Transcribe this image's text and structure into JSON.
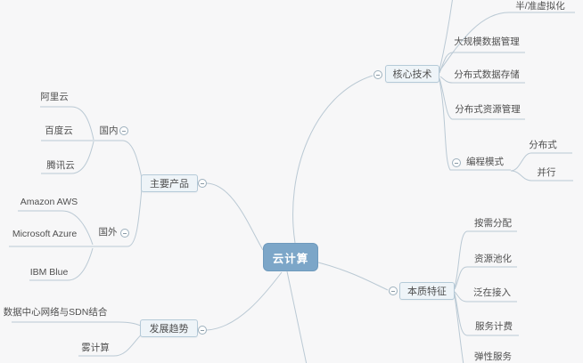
{
  "colors": {
    "background": "#f7f7f8",
    "root_fill": "#7ca6c8",
    "root_border": "#6f9abd",
    "root_text": "#ffffff",
    "topic_fill": "#eef4f8",
    "topic_border": "#b5cad8",
    "edge": "#bac9d4",
    "label_text": "#4f4f4f",
    "toggle_border": "#9db0bd"
  },
  "mindmap": {
    "root": {
      "label": "云计算"
    },
    "branches": [
      {
        "label": "主要产品",
        "groups": [
          {
            "label": "国内",
            "items": [
              "阿里云",
              "百度云",
              "腾讯云"
            ]
          },
          {
            "label": "国外",
            "items": [
              "Amazon AWS",
              "Microsoft Azure",
              "IBM Blue"
            ]
          }
        ]
      },
      {
        "label": "发展趋势",
        "items": [
          "数据中心网络与SDN结合",
          "雾计算"
        ]
      },
      {
        "label": "核心技术",
        "items": [
          "半/准虚拟化",
          "大规模数据管理",
          "分布式数据存储",
          "分布式资源管理"
        ],
        "groups": [
          {
            "label": "编程模式",
            "items": [
              "分布式",
              "并行"
            ]
          }
        ]
      },
      {
        "label": "本质特征",
        "items": [
          "按需分配",
          "资源池化",
          "泛在接入",
          "服务计费",
          "弹性服务"
        ]
      }
    ]
  }
}
